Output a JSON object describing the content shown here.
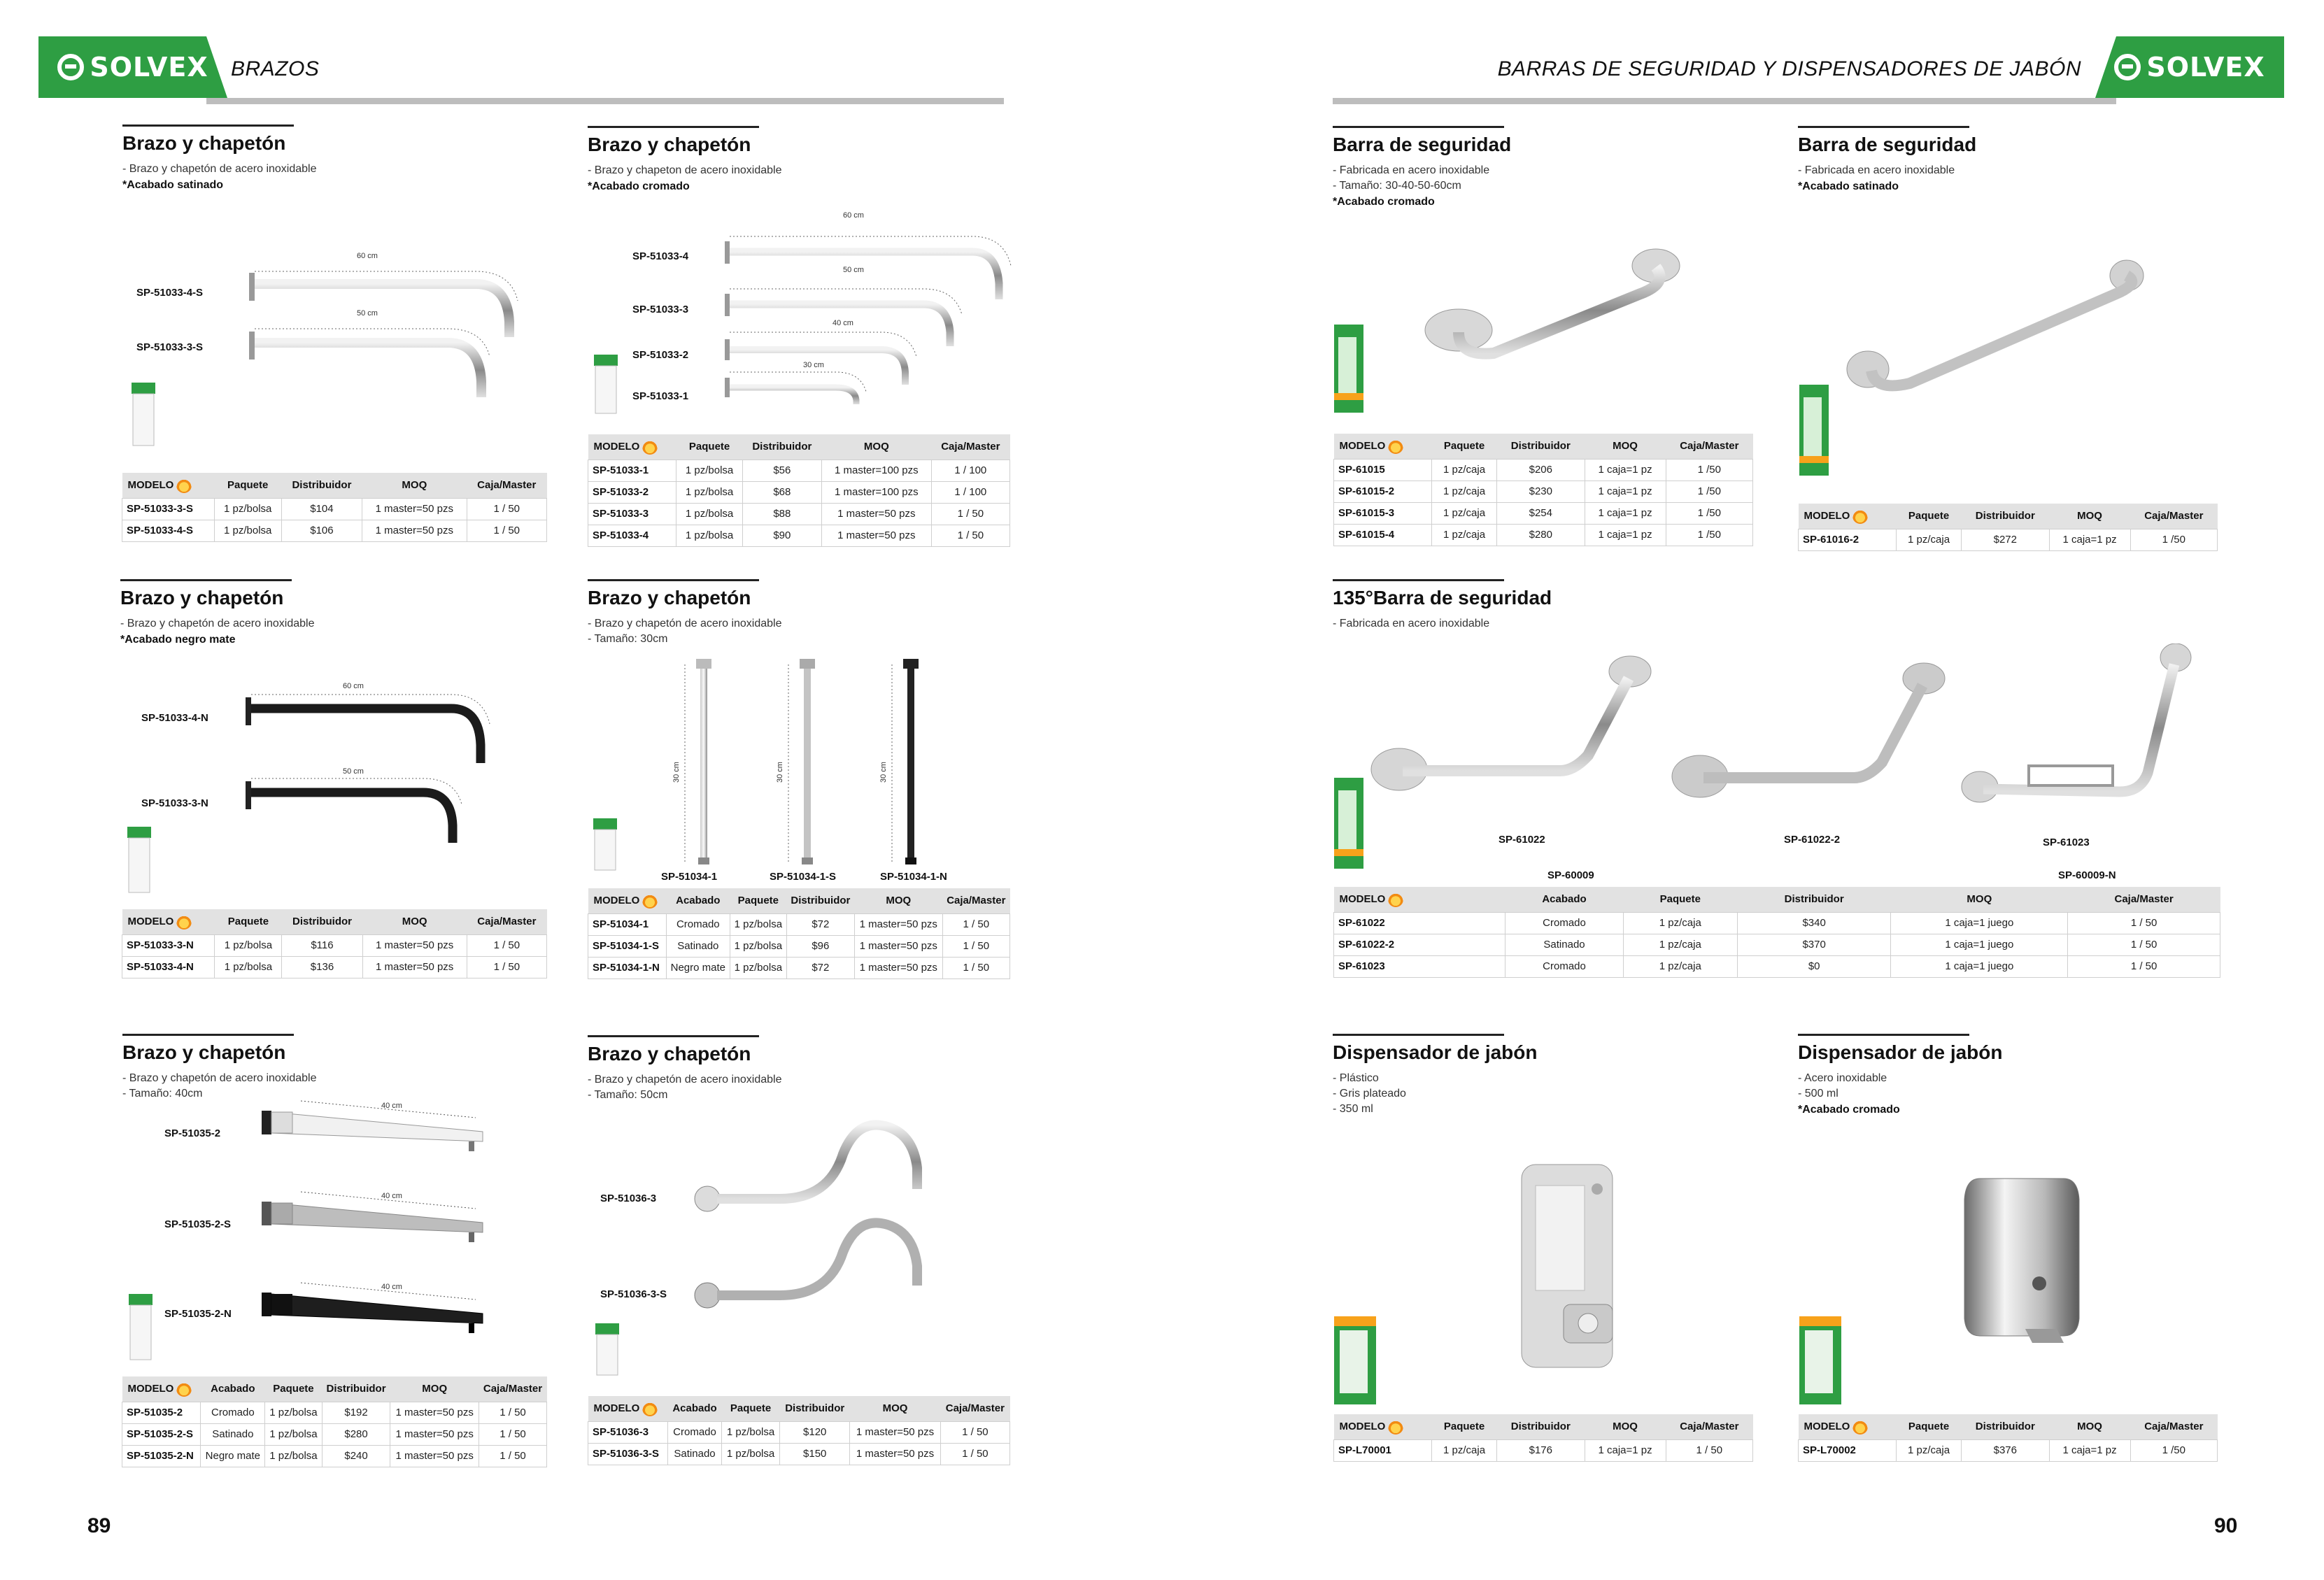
{
  "brand": "SOLVEX",
  "colors": {
    "brand_green": "#2e9e43",
    "header_rule": "#bdbdbd",
    "table_header": "#e2e2e2"
  },
  "header": {
    "left_section": "BRAZOS",
    "right_section": "BARRAS DE SEGURIDAD Y DISPENSADORES DE JABÓN"
  },
  "pages": {
    "left": "89",
    "right": "90"
  },
  "table_headers": {
    "modelo": "MODELO",
    "acabado": "Acabado",
    "paquete": "Paquete",
    "distribuidor": "Distribuidor",
    "moq": "MOQ",
    "caja_master": "Caja/Master"
  },
  "products": {
    "p1": {
      "title": "Brazo y chapetón",
      "desc": [
        "- Brazo y chapetón de acero inoxidable"
      ],
      "finish": "*Acabado satinado",
      "labels": [
        "SP-51033-4-S",
        "SP-51033-3-S"
      ],
      "dims": [
        "60 cm",
        "50 cm"
      ],
      "rows": [
        [
          "SP-51033-3-S",
          "1 pz/bolsa",
          "$104",
          "1 master=50 pzs",
          "1 / 50"
        ],
        [
          "SP-51033-4-S",
          "1 pz/bolsa",
          "$106",
          "1 master=50 pzs",
          "1 / 50"
        ]
      ]
    },
    "p2": {
      "title": "Brazo y chapetón",
      "desc": [
        "- Brazo y chapeton de acero inoxidable"
      ],
      "finish": "*Acabado cromado",
      "labels": [
        "SP-51033-4",
        "SP-51033-3",
        "SP-51033-2",
        "SP-51033-1"
      ],
      "dims": [
        "60 cm",
        "50 cm",
        "40 cm",
        "30 cm"
      ],
      "rows": [
        [
          "SP-51033-1",
          "1 pz/bolsa",
          "$56",
          "1 master=100 pzs",
          "1 / 100"
        ],
        [
          "SP-51033-2",
          "1 pz/bolsa",
          "$68",
          "1 master=100 pzs",
          "1 / 100"
        ],
        [
          "SP-51033-3",
          "1 pz/bolsa",
          "$88",
          "1 master=50 pzs",
          "1 / 50"
        ],
        [
          "SP-51033-4",
          "1 pz/bolsa",
          "$90",
          "1 master=50 pzs",
          "1 / 50"
        ]
      ]
    },
    "p3": {
      "title": "Brazo y chapetón",
      "desc": [
        "- Brazo y chapetón de acero inoxidable"
      ],
      "finish": "*Acabado negro mate",
      "labels": [
        "SP-51033-4-N",
        "SP-51033-3-N"
      ],
      "dims": [
        "60 cm",
        "50 cm"
      ],
      "rows": [
        [
          "SP-51033-3-N",
          "1 pz/bolsa",
          "$116",
          "1 master=50 pzs",
          "1 / 50"
        ],
        [
          "SP-51033-4-N",
          "1 pz/bolsa",
          "$136",
          "1 master=50 pzs",
          "1 / 50"
        ]
      ]
    },
    "p4": {
      "title": "Brazo y chapetón",
      "desc": [
        "- Brazo y chapetón de acero inoxidable",
        "- Tamaño: 30cm"
      ],
      "labels": [
        "SP-51034-1",
        "SP-51034-1-S",
        "SP-51034-1-N"
      ],
      "dims": [
        "30 cm",
        "30 cm",
        "30 cm"
      ],
      "rows": [
        [
          "SP-51034-1",
          "Cromado",
          "1 pz/bolsa",
          "$72",
          "1 master=50 pzs",
          "1 / 50"
        ],
        [
          "SP-51034-1-S",
          "Satinado",
          "1 pz/bolsa",
          "$96",
          "1 master=50 pzs",
          "1 / 50"
        ],
        [
          "SP-51034-1-N",
          "Negro mate",
          "1 pz/bolsa",
          "$72",
          "1 master=50 pzs",
          "1 / 50"
        ]
      ]
    },
    "p5": {
      "title": "Brazo y chapetón",
      "desc": [
        "- Brazo y chapetón de acero inoxidable",
        "- Tamaño: 40cm"
      ],
      "labels": [
        "SP-51035-2",
        "SP-51035-2-S",
        "SP-51035-2-N"
      ],
      "dims": [
        "40 cm",
        "40 cm",
        "40 cm"
      ],
      "rows": [
        [
          "SP-51035-2",
          "Cromado",
          "1 pz/bolsa",
          "$192",
          "1 master=50 pzs",
          "1 / 50"
        ],
        [
          "SP-51035-2-S",
          "Satinado",
          "1 pz/bolsa",
          "$280",
          "1 master=50 pzs",
          "1 / 50"
        ],
        [
          "SP-51035-2-N",
          "Negro mate",
          "1 pz/bolsa",
          "$240",
          "1 master=50 pzs",
          "1 / 50"
        ]
      ]
    },
    "p6": {
      "title": "Brazo y chapetón",
      "desc": [
        "- Brazo y chapetón de acero inoxidable",
        "- Tamaño: 50cm"
      ],
      "labels": [
        "SP-51036-3",
        "SP-51036-3-S"
      ],
      "rows": [
        [
          "SP-51036-3",
          "Cromado",
          "1 pz/bolsa",
          "$120",
          "1 master=50 pzs",
          "1 / 50"
        ],
        [
          "SP-51036-3-S",
          "Satinado",
          "1 pz/bolsa",
          "$150",
          "1 master=50 pzs",
          "1 / 50"
        ]
      ]
    },
    "p7": {
      "title": "Barra de seguridad",
      "desc": [
        "- Fabricada en acero inoxidable",
        "- Tamaño:  30-40-50-60cm"
      ],
      "finish": "*Acabado cromado",
      "rows": [
        [
          "SP-61015",
          "1 pz/caja",
          "$206",
          "1 caja=1 pz",
          "1 /50"
        ],
        [
          "SP-61015-2",
          "1 pz/caja",
          "$230",
          "1 caja=1 pz",
          "1 /50"
        ],
        [
          "SP-61015-3",
          "1 pz/caja",
          "$254",
          "1 caja=1 pz",
          "1 /50"
        ],
        [
          "SP-61015-4",
          "1 pz/caja",
          "$280",
          "1 caja=1 pz",
          "1 /50"
        ]
      ]
    },
    "p8": {
      "title": "Barra de seguridad",
      "desc": [
        "- Fabricada en acero inoxidable"
      ],
      "finish": "*Acabado satinado",
      "rows": [
        [
          "SP-61016-2",
          "1 pz/caja",
          "$272",
          "1 caja=1 pz",
          "1 /50"
        ]
      ]
    },
    "p9": {
      "title": "135°Barra de seguridad",
      "desc": [
        "- Fabricada en acero inoxidable"
      ],
      "labels": [
        "SP-61022",
        "SP-61022-2",
        "SP-61023",
        "SP-60009",
        "SP-60009-N"
      ],
      "rows": [
        [
          "SP-61022",
          "Cromado",
          "1 pz/caja",
          "$340",
          "1 caja=1 juego",
          "1 / 50"
        ],
        [
          "SP-61022-2",
          "Satinado",
          "1 pz/caja",
          "$370",
          "1 caja=1 juego",
          "1 / 50"
        ],
        [
          "SP-61023",
          "Cromado",
          "1 pz/caja",
          "$0",
          "1 caja=1 juego",
          "1 / 50"
        ]
      ]
    },
    "p10": {
      "title": "Dispensador de jabón",
      "desc": [
        "- Plástico",
        "- Gris plateado",
        "- 350 ml"
      ],
      "rows": [
        [
          "SP-L70001",
          "1 pz/caja",
          "$176",
          "1 caja=1 pz",
          "1 / 50"
        ]
      ]
    },
    "p11": {
      "title": "Dispensador de jabón",
      "desc": [
        "- Acero inoxidable",
        "- 500 ml"
      ],
      "finish": "*Acabado cromado",
      "rows": [
        [
          "SP-L70002",
          "1 pz/caja",
          "$376",
          "1 caja=1 pz",
          "1 /50"
        ]
      ]
    }
  }
}
